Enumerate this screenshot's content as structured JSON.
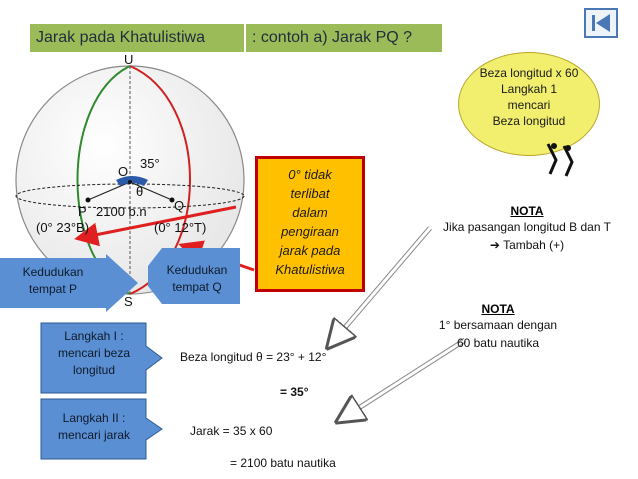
{
  "header": {
    "title": "Jarak pada Khatulistiwa",
    "subtitle": ": contoh a)  Jarak PQ ?"
  },
  "globe": {
    "north_label": "U",
    "south_label": "S",
    "center_label": "O",
    "angle_value": "35°",
    "theta_label": "θ",
    "point_p_label": "P",
    "point_q_label": "Q",
    "distance_label": "2100  b.n",
    "coord_p": "(0°  23°B)",
    "coord_q": "(0°  12°T)"
  },
  "red_note": {
    "lines": [
      "0° tidak",
      "terlibat",
      "dalam",
      "pengiraan",
      "jarak pada",
      "Khatulistiwa"
    ]
  },
  "position_p": {
    "lines": [
      "Kedudukan",
      "tempat P"
    ]
  },
  "position_q": {
    "lines": [
      "Kedudukan",
      "tempat Q"
    ]
  },
  "callout": {
    "lines": [
      "Beza longitud x 60",
      "Langkah 1",
      "mencari",
      "Beza longitud"
    ]
  },
  "note_1": {
    "heading": "NOTA",
    "line1": "Jika pasangan longitud B dan T",
    "line2": "Tambah (+)"
  },
  "note_2": {
    "heading": "NOTA",
    "line1": "1° bersamaan dengan",
    "line2": "60 batu nautika"
  },
  "step_1": {
    "lines": [
      "Langkah I :",
      "mencari beza",
      "longitud"
    ],
    "formula": "Beza longitud θ = 23° + 12°",
    "result": "= 35°"
  },
  "step_2": {
    "lines": [
      "Langkah II :",
      "mencari jarak"
    ],
    "formula": "Jarak = 35 x 60",
    "result": "= 2100  batu nautika"
  },
  "colors": {
    "title_bg": "#9bbb59",
    "red_border": "#c00000",
    "note_fill": "#ffc000",
    "arrow_blue": "#5b8fd3",
    "callout_yellow": "#f3ef6e",
    "arrow_red": "#e02020"
  }
}
